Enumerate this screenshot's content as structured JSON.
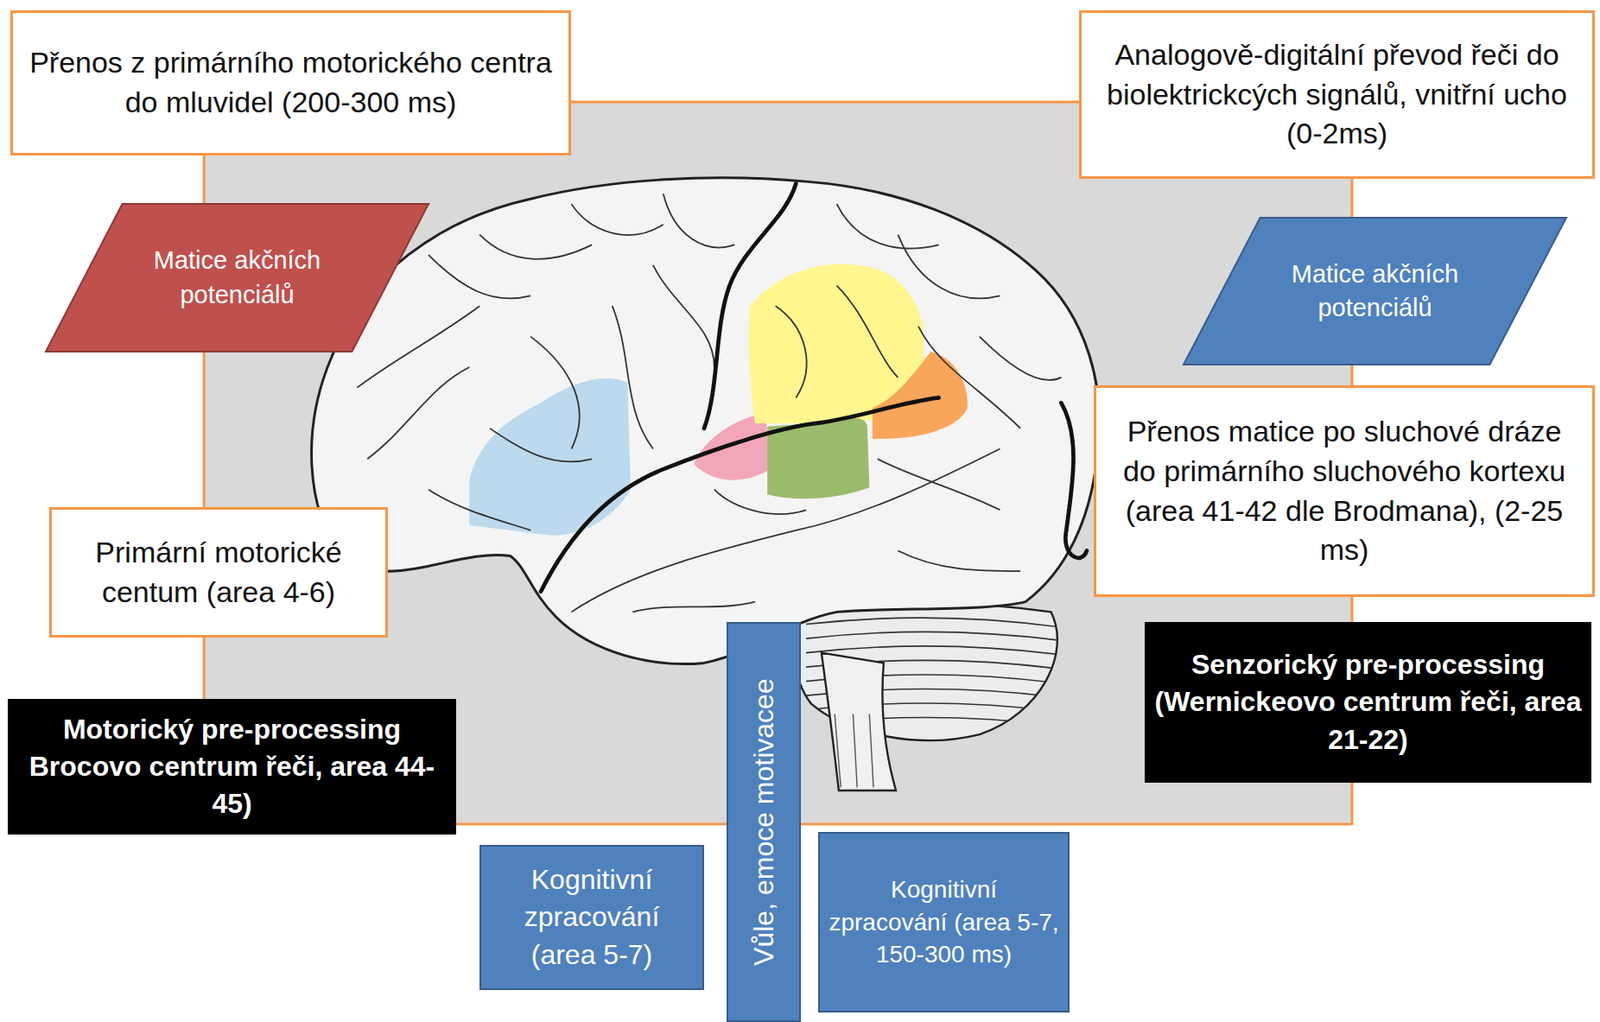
{
  "diagram": {
    "nodes": [
      {
        "text": [
          "Přenos z primárního motorického centra do mluvidel (200-300 ms)"
        ]
      },
      {
        "text": [
          "Analogově-digitální převod řeči do biolektrickcých signálů, vnitřní ucho (0-2ms)"
        ]
      },
      {
        "text": [
          "Matice akčních potenciálů"
        ]
      },
      {
        "text": [
          "Matice akčních potenciálů"
        ]
      },
      {
        "text": [
          "Přenos matice po sluchové dráze do primárního sluchového kortexu (area 41-42 dle Brodmana), (2-25 ms)"
        ]
      },
      {
        "text": [
          "Primární motorické centum (area 4-6)"
        ]
      },
      {
        "text": [
          "Motorický pre-processing Brocovo centrum řeči, area 44-45)"
        ]
      },
      {
        "text": [
          "Senzorický pre-processing (Wernickeovo centrum řeči, area 21-22)"
        ]
      },
      {
        "text": [
          "Kognitivní zpracování (area 5-7)"
        ]
      },
      {
        "text": [
          "Vůle, emoce motivacee"
        ]
      },
      {
        "text": [
          "Kognitivní zpracování (area 5-7, 150-300 ms)"
        ]
      }
    ]
  }
}
